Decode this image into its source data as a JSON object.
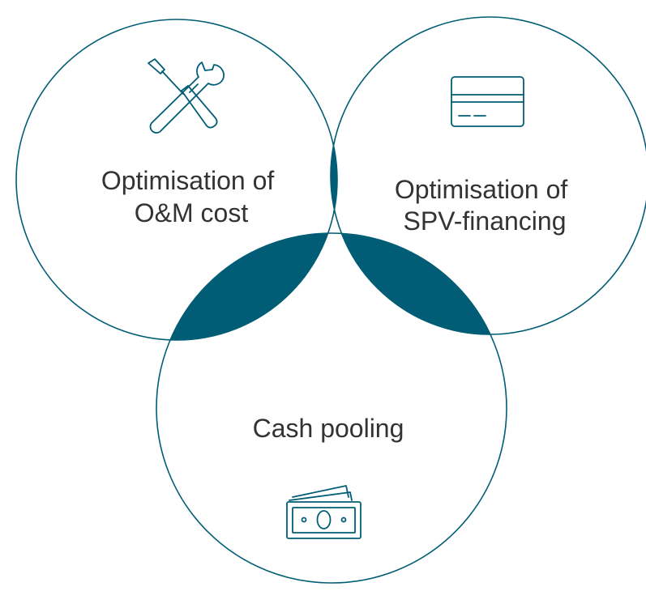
{
  "colors": {
    "accent": "#015d75",
    "text": "#333333",
    "background": "#ffffff"
  },
  "circles": [
    {
      "id": "om",
      "label_lines": [
        "Optimisation of",
        "O&M cost"
      ],
      "icon": "tools-icon"
    },
    {
      "id": "spv",
      "label_lines": [
        "Optimisation of",
        "SPV-financing"
      ],
      "icon": "credit-card-icon"
    },
    {
      "id": "cash",
      "label_lines": [
        "Cash pooling"
      ],
      "icon": "cash-bills-icon"
    }
  ]
}
